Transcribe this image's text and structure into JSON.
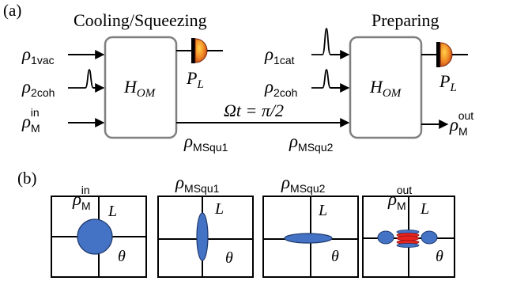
{
  "panel_a": {
    "label": "(a)",
    "section1_title": "Cooling/Squeezing",
    "section2_title": "Preparing",
    "box1": {
      "sym": "H",
      "sub": "OM"
    },
    "box2": {
      "sym": "H",
      "sub": "OM"
    },
    "inputs1": [
      {
        "sym": "ρ",
        "sub": "1vac",
        "sup": ""
      },
      {
        "sym": "ρ",
        "sub": "2coh",
        "sup": ""
      },
      {
        "sym": "ρ",
        "sub": "M",
        "sup": "in"
      }
    ],
    "inputs2": [
      {
        "sym": "ρ",
        "sub": "1cat",
        "sup": ""
      },
      {
        "sym": "ρ",
        "sub": "2coh",
        "sup": ""
      }
    ],
    "detector1": {
      "sym": "P",
      "sub": "L"
    },
    "detector2": {
      "sym": "P",
      "sub": "L"
    },
    "evolution_label": "Ωt = π/2",
    "state_squ1": {
      "sym": "ρ",
      "sub": "MSqu1"
    },
    "state_squ2": {
      "sym": "ρ",
      "sub": "MSqu2"
    },
    "output": {
      "sym": "ρ",
      "sub": "M",
      "sup": "out"
    }
  },
  "panel_b": {
    "label": "(b)",
    "panels": [
      {
        "title_sym": "ρ",
        "title_sub": "M",
        "title_sup": "in",
        "axis_y": "L",
        "axis_x": "θ",
        "state": "coherent-disc"
      },
      {
        "title_sym": "ρ",
        "title_sub": "MSqu1",
        "title_sup": "",
        "axis_y": "L",
        "axis_x": "θ",
        "state": "vertical-squeezed"
      },
      {
        "title_sym": "ρ",
        "title_sub": "MSqu2",
        "title_sup": "",
        "axis_y": "L",
        "axis_x": "θ",
        "state": "horizontal-squeezed"
      },
      {
        "title_sym": "ρ",
        "title_sub": "M",
        "title_sup": "out",
        "axis_y": "L",
        "axis_x": "θ",
        "state": "cat-interference"
      }
    ]
  },
  "colors": {
    "state_fill": "#4472c4",
    "interference_red": "#e8231e",
    "detector_orange": "#f08a24",
    "box_stroke": "#7f7f7f"
  }
}
